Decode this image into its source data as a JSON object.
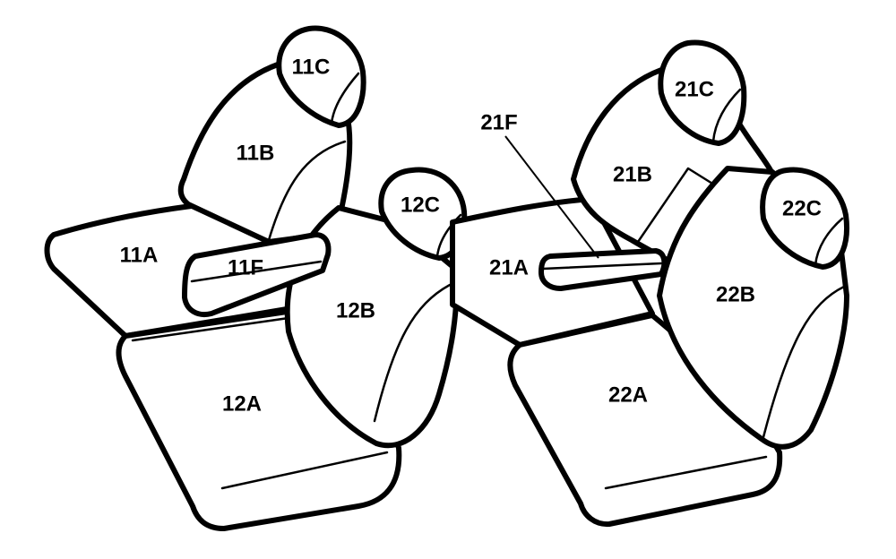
{
  "labels": {
    "seat_11a": "11A",
    "seat_11b": "11B",
    "seat_11c": "11C",
    "seat_11f": "11F",
    "seat_12a": "12A",
    "seat_12b": "12B",
    "seat_12c": "12C",
    "seat_21a": "21A",
    "seat_21b": "21B",
    "seat_21c": "21C",
    "seat_21f": "21F",
    "seat_22a": "22A",
    "seat_22b": "22B",
    "seat_22c": "22C"
  },
  "colors": {
    "stroke": "#000000",
    "fill": "#ffffff"
  }
}
